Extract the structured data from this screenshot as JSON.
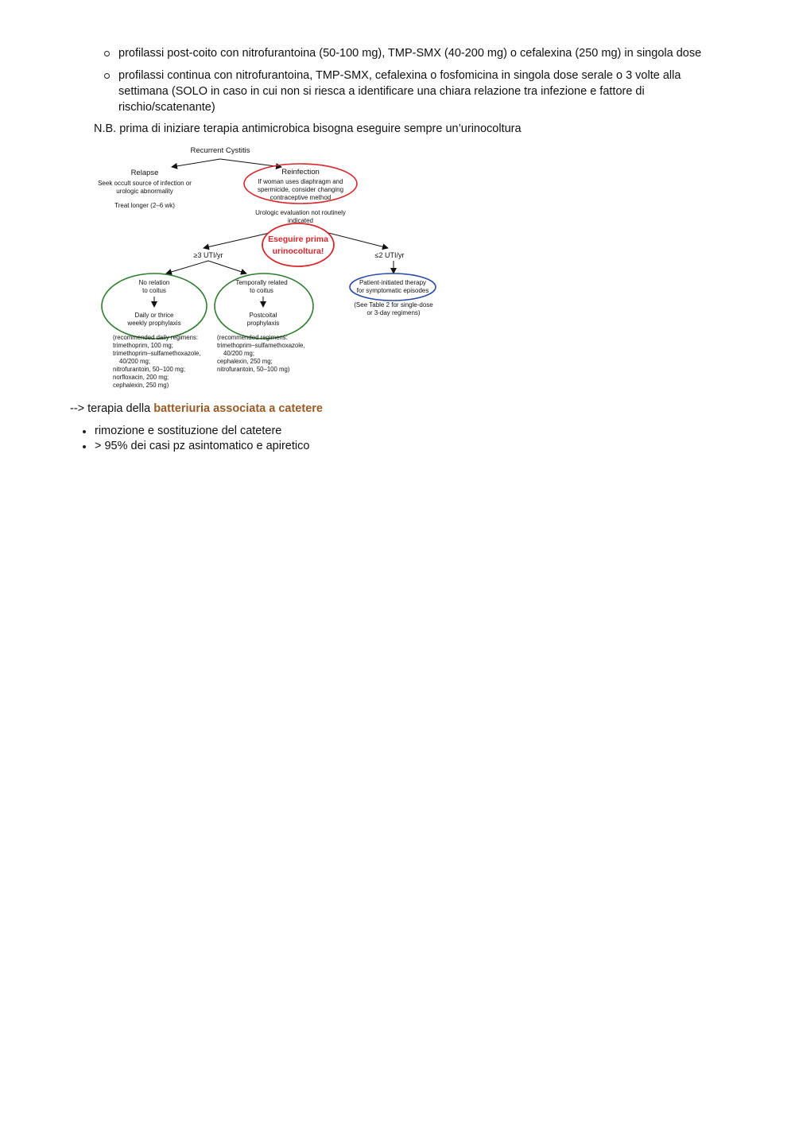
{
  "sub_items": [
    {
      "text": "profilassi post-coito con nitrofurantoina (50-100 mg), TMP-SMX (40-200 mg) o cefalexina (250 mg) in singola dose"
    },
    {
      "lines": [
        "profilassi continua con nitrofurantoina, TMP-SMX, cefalexina o fosfomicina in singola dose serale o 3 volte alla",
        "settimana (SOLO in caso in cui non si riesca a identificare una chiara relazione tra infezione e fattore di",
        "rischio/scatenante)"
      ]
    }
  ],
  "nb_note": "N.B. prima di iniziare terapia antimicrobica bisogna eseguire sempre un’urinocoltura",
  "diagram": {
    "title": "Recurrent Cystitis",
    "relapse": {
      "label": "Relapse",
      "lines": [
        "Seek occult source of infection or",
        "urologic abnormality"
      ],
      "treat": "Treat longer (2–6 wk)"
    },
    "reinfection": {
      "label": "Reinfection",
      "lines": [
        "If woman uses diaphragm and",
        "spermicide, consider changing",
        "contraceptive method"
      ]
    },
    "urologic_lines": [
      "Urologic evaluation not routinely",
      "indicated"
    ],
    "annotation_lines": [
      "Eseguire prima",
      "urinocoltura!"
    ],
    "branch_left": "≥3 UTI/yr",
    "branch_right": "≤2 UTI/yr",
    "no_relation": {
      "top": [
        "No relation",
        "to coitus"
      ],
      "bottom": [
        "Daily or thrice",
        "weekly prophylaxis"
      ]
    },
    "temporally": {
      "top": [
        "Temporally related",
        "to coitus"
      ],
      "bottom": [
        "Postcoital",
        "prophylaxis"
      ]
    },
    "patient_initiated": {
      "lines": [
        "Patient-initiated therapy",
        "for symptomatic episodes"
      ],
      "note": [
        "(See Table 2 for single-dose",
        "or 3-day regimens)"
      ]
    },
    "daily_regimens": [
      "(recommended daily regimens:",
      "trimethoprim, 100 mg;",
      "trimethoprim–sulfamethoxazole,",
      "  40/200 mg;",
      "nitrofurantoin, 50–100 mg;",
      "norfloxacin, 200 mg;",
      "cephalexin, 250 mg)"
    ],
    "postcoital_regimens": [
      "(recommended regimens:",
      "trimethoprim–sulfamethoxazole,",
      "  40/200 mg;",
      "cephalexin, 250 mg;",
      "nitrofurantoin, 50–100 mg)"
    ],
    "colors": {
      "red": "#d8252a",
      "green": "#2e7d2e",
      "blue": "#2a4aa8"
    }
  },
  "therapy_line": {
    "prefix": "--> terapia della ",
    "highlight": "batteriuria associata a catetere"
  },
  "bullets": [
    "rimozione e sostituzione del catetere",
    "> 95% dei casi pz asintomatico e apiretico"
  ]
}
